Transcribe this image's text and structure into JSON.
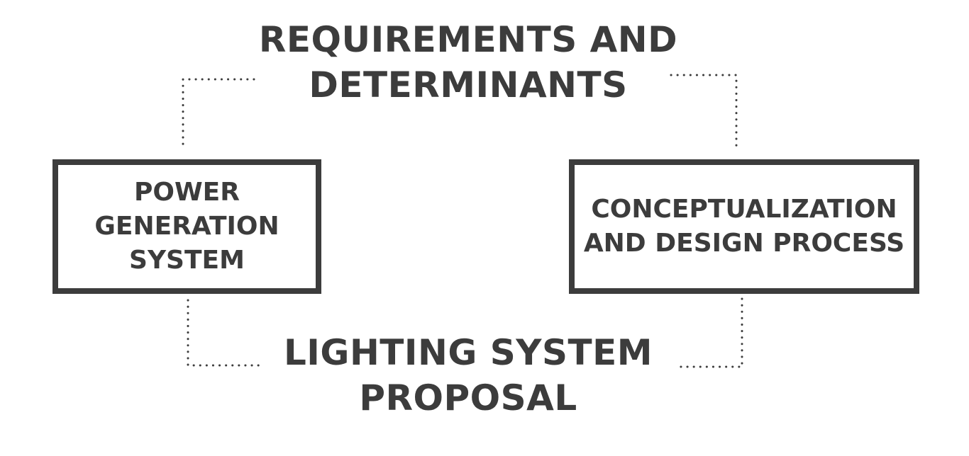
{
  "diagram": {
    "top_label": [
      "REQUIREMENTS AND",
      "DETERMINANTS"
    ],
    "left_box": [
      "POWER",
      "GENERATION",
      "SYSTEM"
    ],
    "right_box": [
      "CONCEPTUALIZATION",
      "AND DESIGN PROCESS"
    ],
    "bottom_label": [
      "LIGHTING SYSTEM",
      "PROPOSAL"
    ]
  },
  "colors": {
    "ink": "#3c3c3c",
    "background": "#ffffff"
  },
  "connector_style": "dotted"
}
